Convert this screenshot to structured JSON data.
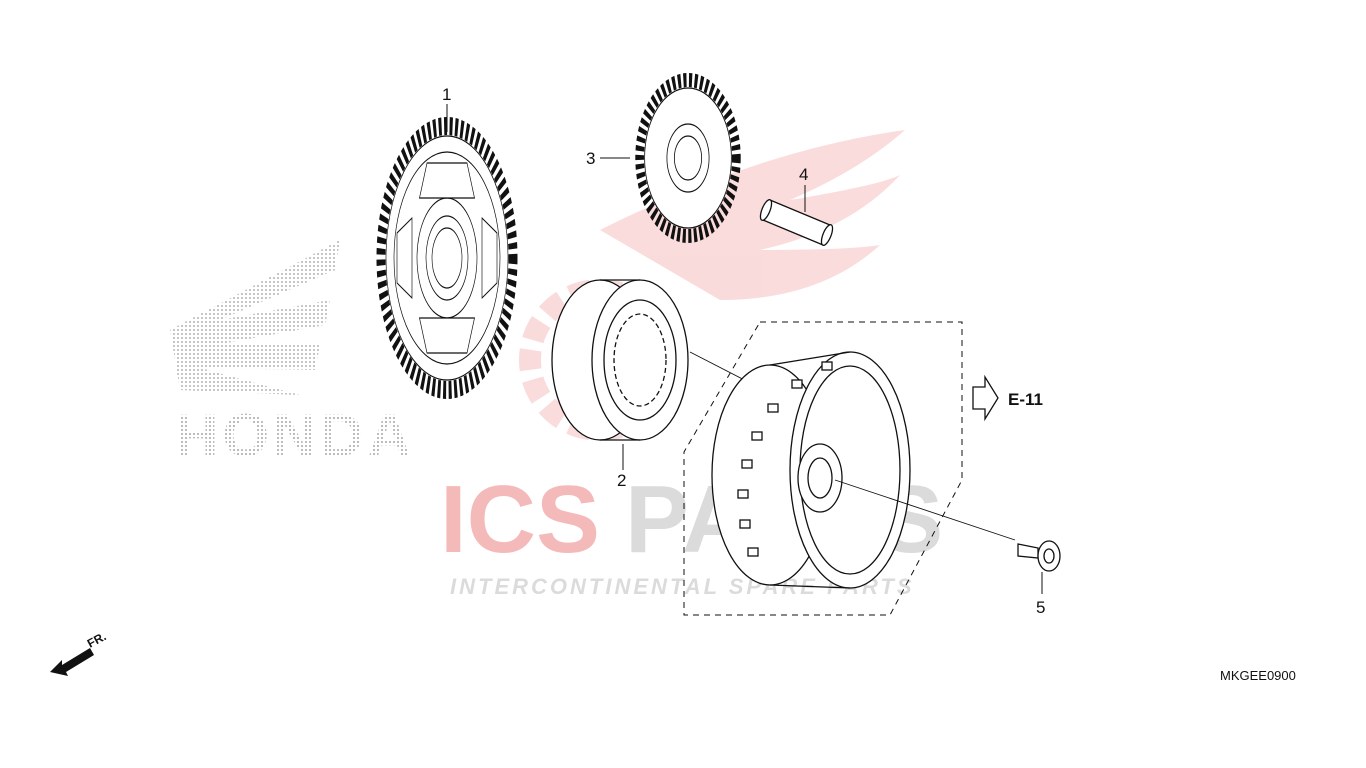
{
  "diagram": {
    "parts": [
      {
        "ref": "1"
      },
      {
        "ref": "2"
      },
      {
        "ref": "3"
      },
      {
        "ref": "4"
      },
      {
        "ref": "5"
      }
    ],
    "cross_reference": "E-11",
    "front_marker": "FR.",
    "drawing_code": "MKGEE0900"
  },
  "watermark": {
    "brand_primary": "ICS",
    "brand_secondary": "PARTS",
    "tagline": "INTERCONTINENTAL SPARE PARTS",
    "background_logo_text": "HONDA",
    "colors": {
      "red": "#e23b3b",
      "gray": "#9a9a9a"
    }
  }
}
